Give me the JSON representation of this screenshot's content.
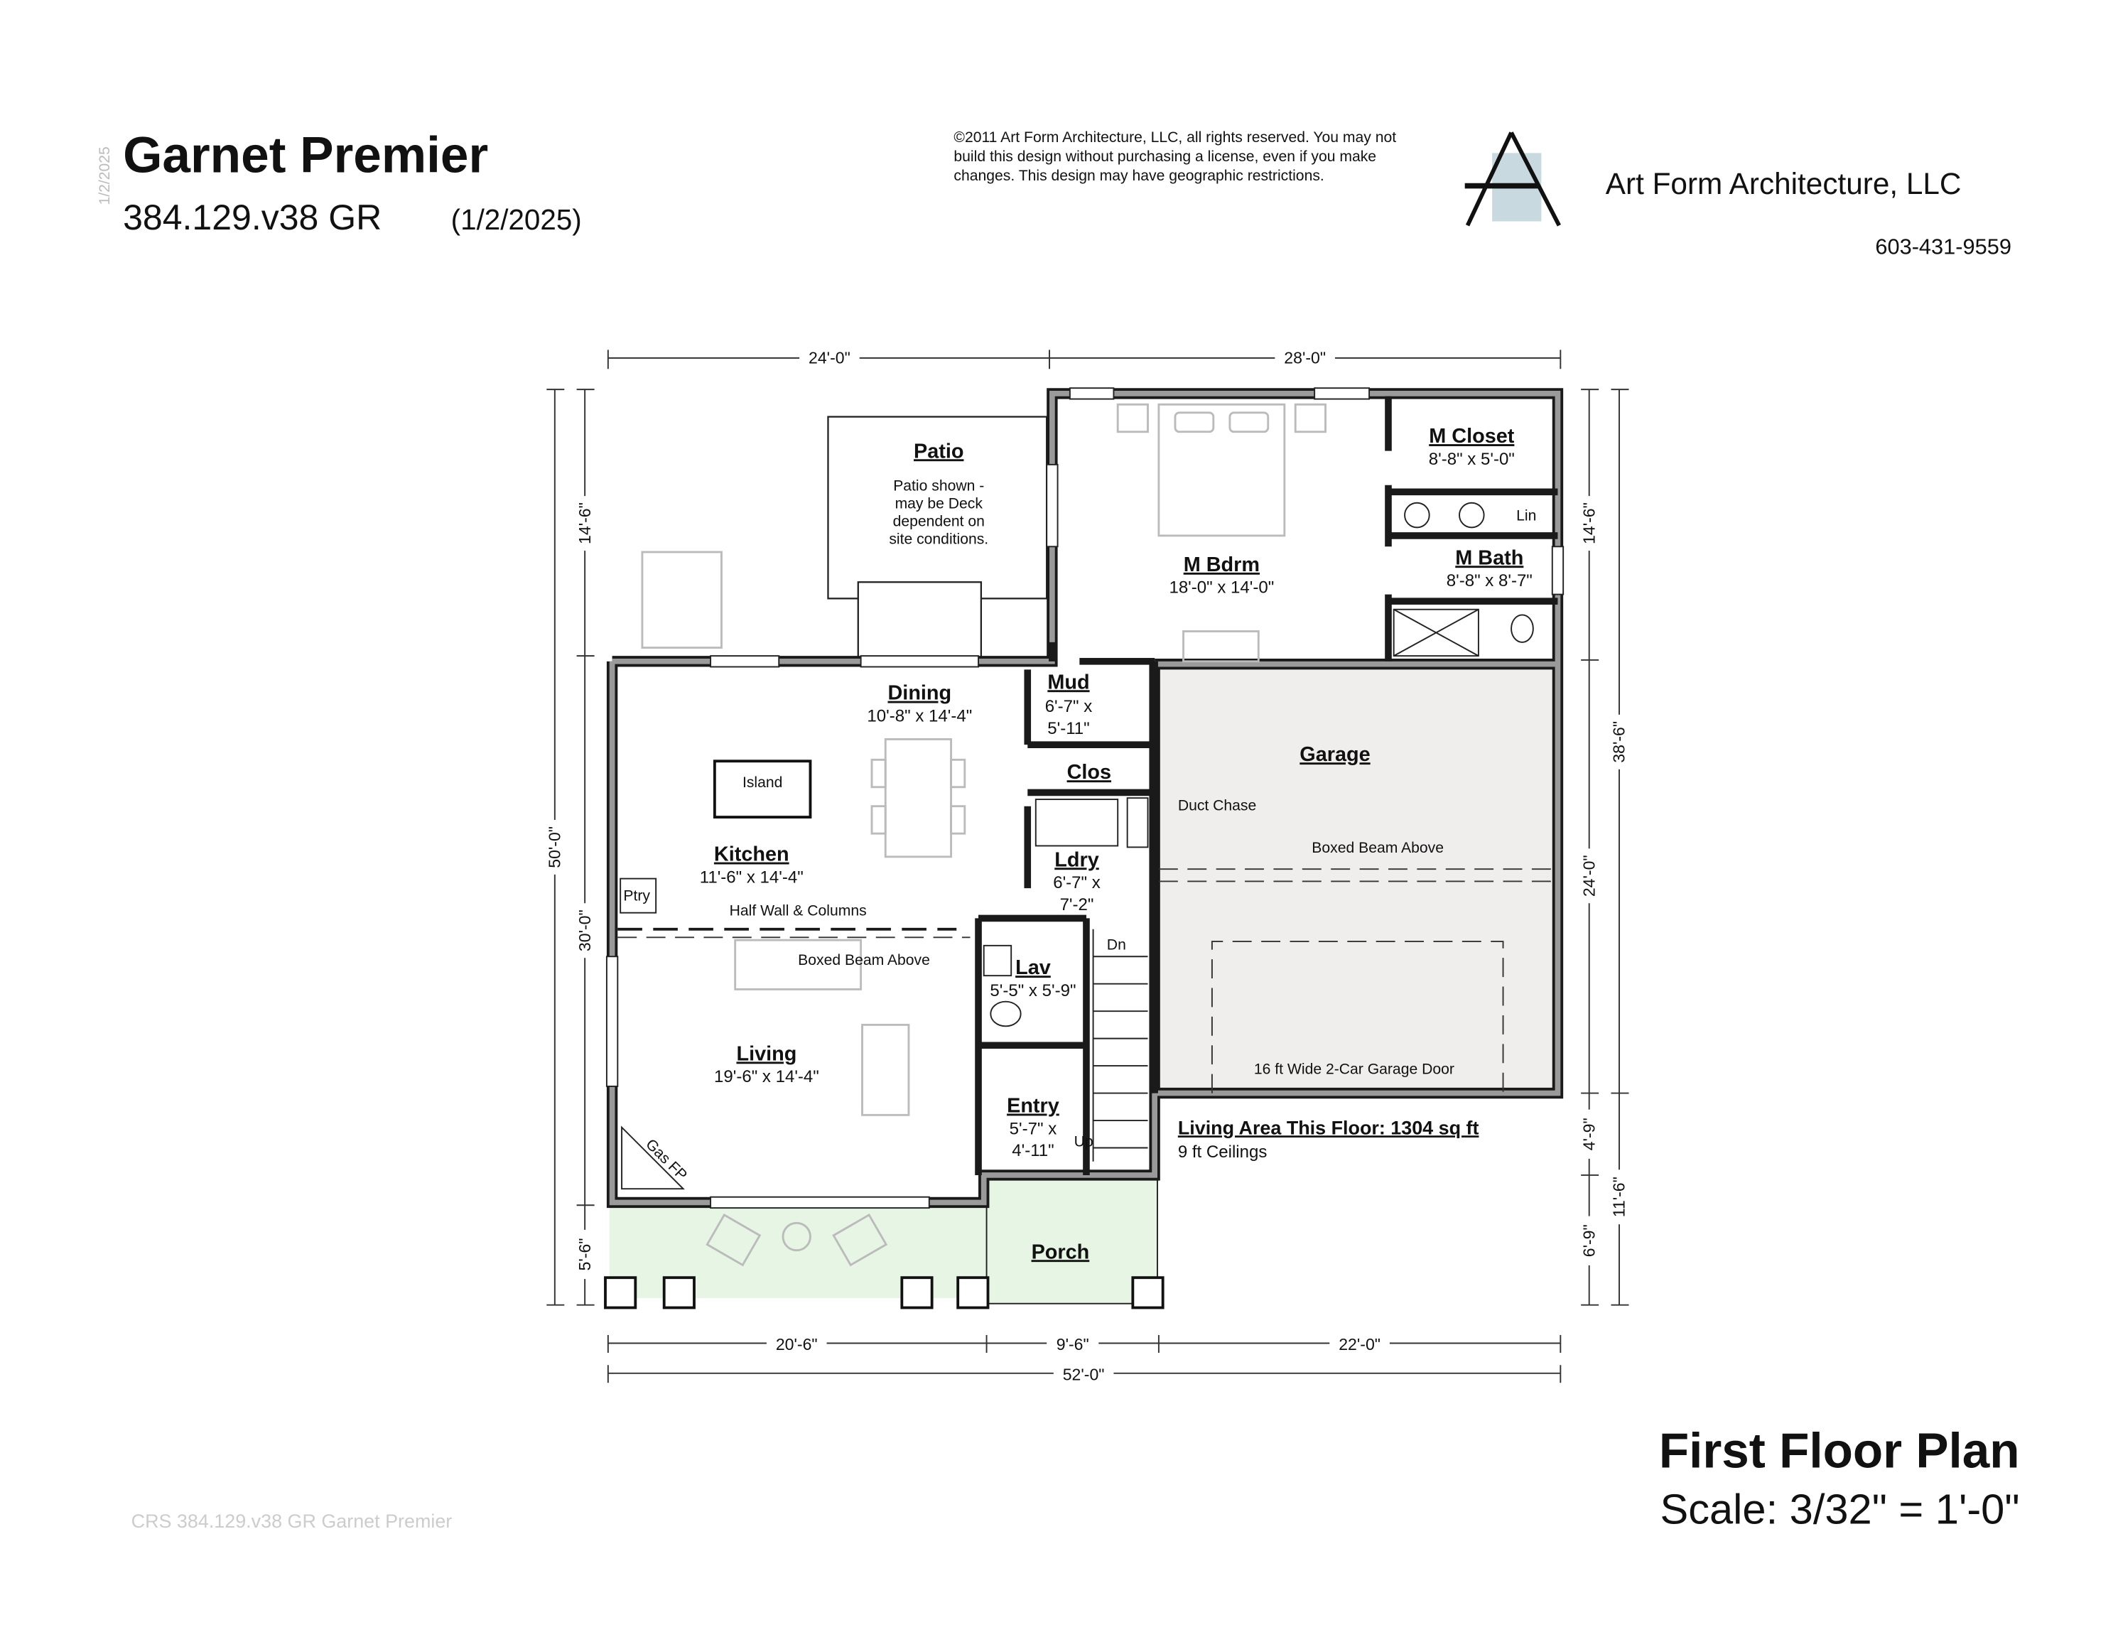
{
  "header": {
    "side_date": "1/2/2025",
    "title": "Garnet Premier",
    "plan_code": "384.129.v38 GR",
    "plan_date": "(1/2/2025)",
    "copyright": [
      "©2011 Art Form Architecture, LLC, all rights reserved. You may not",
      "build this design without purchasing a license, even if you make",
      "changes. This design may have geographic restrictions."
    ],
    "company": "Art Form Architecture, LLC",
    "phone": "603-431-9559",
    "logo_color": "#c9d9e0"
  },
  "rooms": {
    "patio": {
      "name": "Patio",
      "note": [
        "Patio shown -",
        "may be Deck",
        "dependent on",
        "site conditions."
      ]
    },
    "m_bdrm": {
      "name": "M Bdrm",
      "dims": "18'-0\" x 14'-0\""
    },
    "m_closet": {
      "name": "M Closet",
      "dims": "8'-8\" x 5'-0\""
    },
    "lin": "Lin",
    "m_bath": {
      "name": "M Bath",
      "dims": "8'-8\" x 8'-7\""
    },
    "dining": {
      "name": "Dining",
      "dims": "10'-8\" x 14'-4\""
    },
    "mud": {
      "name": "Mud",
      "dims1": "6'-7\" x",
      "dims2": "5'-11\""
    },
    "clos": {
      "name": "Clos"
    },
    "garage": {
      "name": "Garage"
    },
    "island": "Island",
    "kitchen": {
      "name": "Kitchen",
      "dims": "11'-6\" x 14'-4\""
    },
    "ptry": "Ptry",
    "ldry": {
      "name": "Ldry",
      "dims1": "6'-7\" x",
      "dims2": "7'-2\""
    },
    "lav": {
      "name": "Lav",
      "dims": "5'-5\" x 5'-9\""
    },
    "living": {
      "name": "Living",
      "dims": "19'-6\" x 14'-4\""
    },
    "entry": {
      "name": "Entry",
      "dims1": "5'-7\" x",
      "dims2": "4'-11\""
    },
    "porch": {
      "name": "Porch"
    }
  },
  "annotations": {
    "duct_chase": "Duct Chase",
    "boxed_beam_garage": "Boxed Beam Above",
    "boxed_beam_living": "Boxed Beam Above",
    "half_wall": "Half Wall & Columns",
    "garage_door": "16 ft Wide 2-Car Garage Door",
    "stairs_dn": "Dn",
    "stairs_up": "Up",
    "gas_fp": "Gas FP",
    "living_area": "Living Area This Floor: 1304 sq ft",
    "ceilings": "9 ft Ceilings"
  },
  "dimensions": {
    "top": [
      "24'-0\"",
      "28'-0\""
    ],
    "bottom": [
      "20'-6\"",
      "9'-6\"",
      "22'-0\""
    ],
    "overall_bottom": "52'-0\"",
    "left": [
      "14'-6\"",
      "30'-0\"",
      "5'-6\""
    ],
    "overall_left": "50'-0\"",
    "right": [
      "14'-6\"",
      "24'-0\"",
      "4'-9\"",
      "6'-9\""
    ],
    "overall_right": [
      "38'-6\"",
      "11'-6\""
    ]
  },
  "footer": {
    "plan_title": "First Floor Plan",
    "scale": "Scale: 3/32\" = 1'-0\"",
    "watermark": "CRS 384.129.v38 GR Garnet Premier"
  },
  "colors": {
    "garage_fill": "#f0eded",
    "porch_fill": "#e6f5e4",
    "wall": "#1a1a1a"
  }
}
